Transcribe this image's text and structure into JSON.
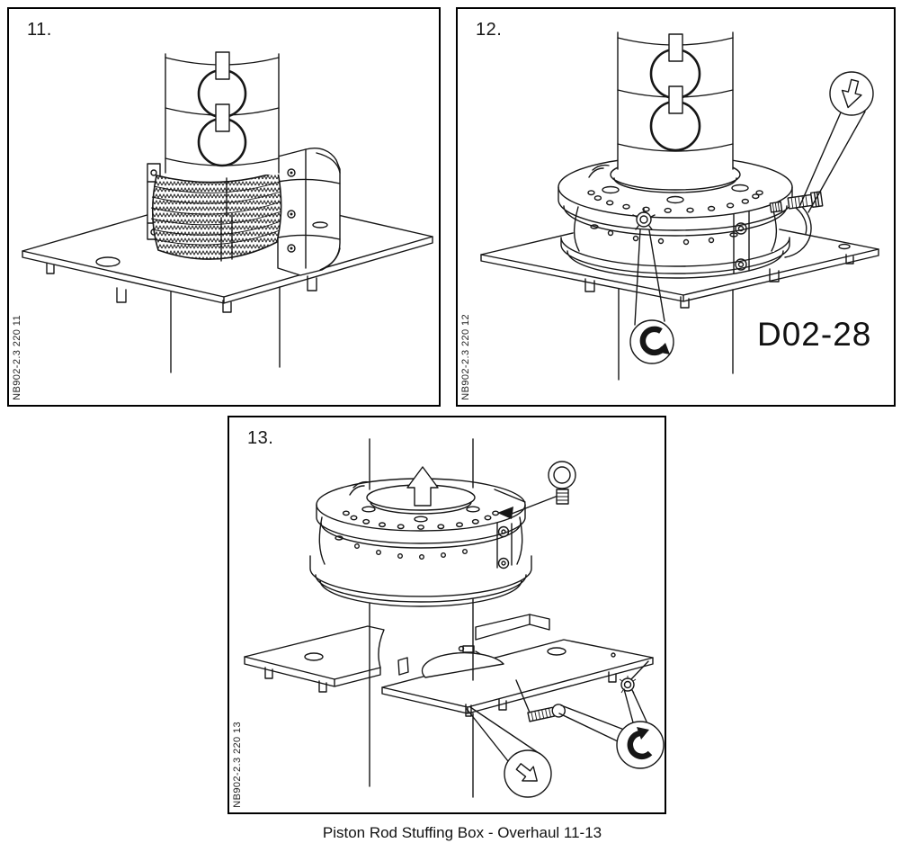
{
  "page": {
    "caption": "Piston Rod Stuffing Box - Overhaul 11-13"
  },
  "panels": [
    {
      "step_label": "11.",
      "ref_code": "NB902-2.3 220 11"
    },
    {
      "step_label": "12.",
      "ref_code": "NB902-2.3 220 12",
      "drawing_label": "D02-28"
    },
    {
      "step_label": "13.",
      "ref_code": "NB902-2.3 220 13"
    }
  ],
  "icons": {
    "panel12_top_callout": "down-arrow-in-circle",
    "panel12_bottom_callout": "rotate-counterclockwise-in-circle",
    "panel13_lift_arrow": "up-arrow",
    "panel13_left_callout": "down-right-arrow-in-circle",
    "panel13_right_callout": "rotate-counterclockwise-in-circle",
    "panel13_lifting_tool": "eye-bolt"
  },
  "colors": {
    "line": "#161616",
    "background": "#ffffff"
  }
}
